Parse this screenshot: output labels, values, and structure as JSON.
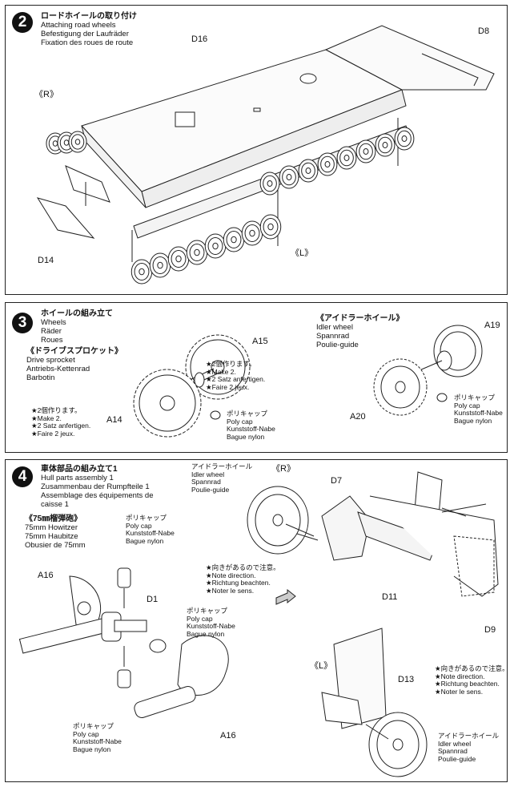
{
  "step2": {
    "number": "2",
    "title_jp": "ロードホイールの取り付け",
    "title_en": "Attaching road wheels",
    "title_de": "Befestigung der Laufräder",
    "title_fr": "Fixation des roues de route",
    "labels": {
      "d16": "D16",
      "d8": "D8",
      "r": "《R》",
      "l": "《L》",
      "d14": "D14"
    }
  },
  "step3": {
    "number": "3",
    "title_jp": "ホイールの組み立て",
    "title_en": "Wheels",
    "title_de": "Räder",
    "title_fr": "Roues",
    "sprocket": {
      "jp": "《ドライブスプロケット》",
      "en": "Drive sprocket",
      "de": "Antriebs-Kettenrad",
      "fr": "Barbotin"
    },
    "idler": {
      "jp": "《アイドラーホイール》",
      "en": "Idler wheel",
      "de": "Spannrad",
      "fr": "Poulie-guide"
    },
    "make2_left": {
      "jp": "★2個作ります。",
      "en": "★Make 2.",
      "de": "★2 Satz anfertigen.",
      "fr": "★Faire 2 jeux."
    },
    "make2_right": {
      "jp": "★2個作ります。",
      "en": "★Make 2.",
      "de": "★2 Satz anfertigen.",
      "fr": "★Faire 2 jeux."
    },
    "polycap_left": {
      "jp": "ポリキャップ",
      "en": "Poly cap",
      "de": "Kunststoff-Nabe",
      "fr": "Bague nylon"
    },
    "polycap_right": {
      "jp": "ポリキャップ",
      "en": "Poly cap",
      "de": "Kunststoff-Nabe",
      "fr": "Bague nylon"
    },
    "labels": {
      "a15": "A15",
      "a14": "A14",
      "a19": "A19",
      "a20": "A20"
    }
  },
  "step4": {
    "number": "4",
    "title_jp": "車体部品の組み立て1",
    "title_en": "Hull parts assembly 1",
    "title_de": "Zusammenbau der Rumpfteile 1",
    "title_fr": "Assemblage des équipements de",
    "title_fr2": "caisse 1",
    "howitzer": {
      "jp": "《75㎜榴弾砲》",
      "en": "75mm Howitzer",
      "de": "75mm Haubitze",
      "fr": "Obusier de 75mm"
    },
    "polycap_a": {
      "jp": "ポリキャップ",
      "en": "Poly cap",
      "de": "Kunststoff-Nabe",
      "fr": "Bague nylon"
    },
    "polycap_b": {
      "jp": "ポリキャップ",
      "en": "Poly cap",
      "de": "Kunststoff-Nabe",
      "fr": "Bague nylon"
    },
    "polycap_c": {
      "jp": "ポリキャップ",
      "en": "Poly cap",
      "de": "Kunststoff-Nabe",
      "fr": "Bague nylon"
    },
    "idler_top": {
      "jp": "アイドラーホイール",
      "en": "Idler wheel",
      "de": "Spannrad",
      "fr": "Poulie-guide"
    },
    "idler_bottom": {
      "jp": "アイドラーホイール",
      "en": "Idler wheel",
      "de": "Spannrad",
      "fr": "Poulie-guide"
    },
    "direction_top": {
      "jp": "★向きがあるので注意。",
      "en": "★Note direction.",
      "de": "★Richtung beachten.",
      "fr": "★Noter le sens."
    },
    "direction_bottom": {
      "jp": "★向きがあるので注意。",
      "en": "★Note direction.",
      "de": "★Richtung beachten.",
      "fr": "★Noter le sens."
    },
    "labels": {
      "r": "《R》",
      "l": "《L》",
      "d7": "D7",
      "d1": "D1",
      "d11": "D11",
      "d9": "D9",
      "d13": "D13",
      "a16_top": "A16",
      "a16_bottom": "A16"
    }
  }
}
